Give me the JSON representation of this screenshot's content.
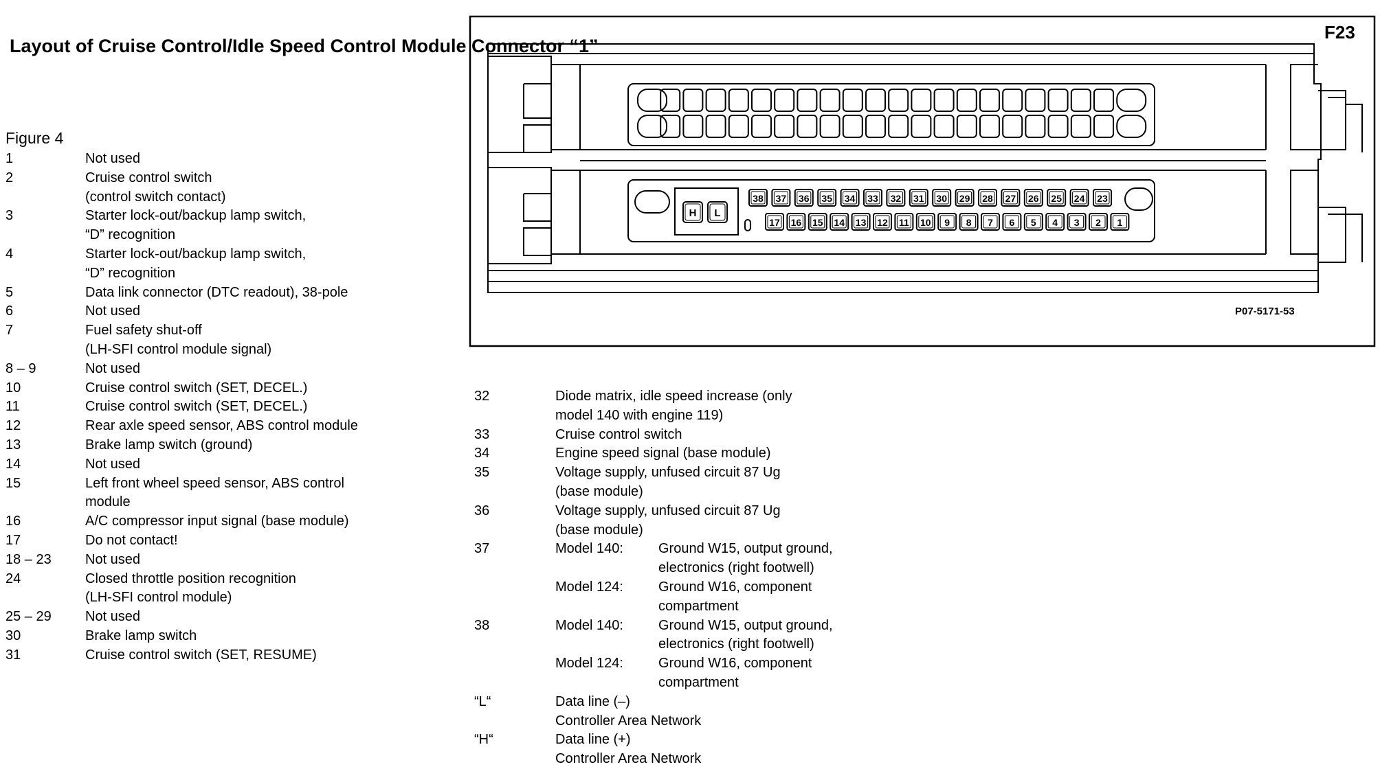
{
  "title": "Layout of Cruise Control/Idle Speed Control Module Connector “1”",
  "figure_label": "Figure 4",
  "left_list": [
    {
      "num": "1",
      "lines": [
        "Not used"
      ]
    },
    {
      "num": "2",
      "lines": [
        "Cruise control switch",
        "(control switch contact)"
      ]
    },
    {
      "num": "3",
      "lines": [
        "Starter lock-out/backup lamp switch,",
        "“D” recognition"
      ]
    },
    {
      "num": "4",
      "lines": [
        "Starter lock-out/backup lamp switch,",
        "“D” recognition"
      ]
    },
    {
      "num": "5",
      "lines": [
        "Data link connector (DTC readout), 38-pole"
      ]
    },
    {
      "num": "6",
      "lines": [
        "Not used"
      ]
    },
    {
      "num": "7",
      "lines": [
        "Fuel safety shut-off",
        "(LH-SFI control module signal)"
      ]
    },
    {
      "num": "8 – 9",
      "lines": [
        "Not used"
      ]
    },
    {
      "num": "10",
      "lines": [
        "Cruise control switch (SET, DECEL.)"
      ]
    },
    {
      "num": "11",
      "lines": [
        "Cruise control switch (SET, DECEL.)"
      ]
    },
    {
      "num": "12",
      "lines": [
        "Rear axle speed sensor, ABS control module"
      ]
    },
    {
      "num": "13",
      "lines": [
        "Brake lamp switch (ground)"
      ]
    },
    {
      "num": "14",
      "lines": [
        "Not used"
      ]
    },
    {
      "num": "15",
      "lines": [
        "Left front wheel speed sensor, ABS control",
        "module"
      ]
    },
    {
      "num": "16",
      "lines": [
        "A/C compressor input signal (base module)"
      ]
    },
    {
      "num": "17",
      "lines": [
        "Do not contact!"
      ]
    },
    {
      "num": "18 – 23",
      "lines": [
        "Not used"
      ]
    },
    {
      "num": "24",
      "lines": [
        "Closed throttle position recognition",
        "(LH-SFI control module)"
      ]
    },
    {
      "num": "25 – 29",
      "lines": [
        "Not used"
      ]
    },
    {
      "num": "30",
      "lines": [
        "Brake lamp switch"
      ]
    },
    {
      "num": "31",
      "lines": [
        "Cruise control switch (SET, RESUME)"
      ]
    }
  ],
  "right_list": [
    {
      "num": "32",
      "lines": [
        "Diode matrix, idle speed increase (only",
        "model 140 with engine 119)"
      ]
    },
    {
      "num": "33",
      "lines": [
        "Cruise control switch"
      ]
    },
    {
      "num": "34",
      "lines": [
        "Engine speed signal (base module)"
      ]
    },
    {
      "num": "35",
      "lines": [
        "Voltage supply, unfused circuit 87 Ug",
        "(base module)"
      ]
    },
    {
      "num": "36",
      "lines": [
        "Voltage supply, unfused circuit 87 Ug",
        "(base module)"
      ]
    },
    {
      "num": "37",
      "sub": [
        {
          "model": "Model 140:",
          "lines": [
            "Ground W15, output ground,",
            "electronics (right footwell)"
          ]
        },
        {
          "model": "Model 124:",
          "lines": [
            "Ground W16, component",
            "compartment"
          ]
        }
      ]
    },
    {
      "num": "38",
      "sub": [
        {
          "model": "Model 140:",
          "lines": [
            "Ground W15, output ground,",
            "electronics (right footwell)"
          ]
        },
        {
          "model": "Model 124:",
          "lines": [
            "Ground W16, component",
            "compartment"
          ]
        }
      ]
    },
    {
      "num": "“L“",
      "lines": [
        "Data line (–)",
        "Controller Area Network"
      ]
    },
    {
      "num": "“H“",
      "lines": [
        "Data line (+)",
        "Controller Area Network"
      ]
    }
  ],
  "diagram": {
    "corner_label": "F23",
    "code_label": "P07-5171-53",
    "top_pin_labels": [
      "38",
      "37",
      "36",
      "35",
      "34",
      "33",
      "32",
      "31",
      "30",
      "29",
      "28",
      "27",
      "26",
      "25",
      "24",
      "23"
    ],
    "bottom_pin_labels": [
      "17",
      "16",
      "15",
      "14",
      "13",
      "12",
      "11",
      "10",
      "9",
      "8",
      "7",
      "6",
      "5",
      "4",
      "3",
      "2",
      "1"
    ],
    "hl_labels": [
      "H",
      "L"
    ]
  }
}
